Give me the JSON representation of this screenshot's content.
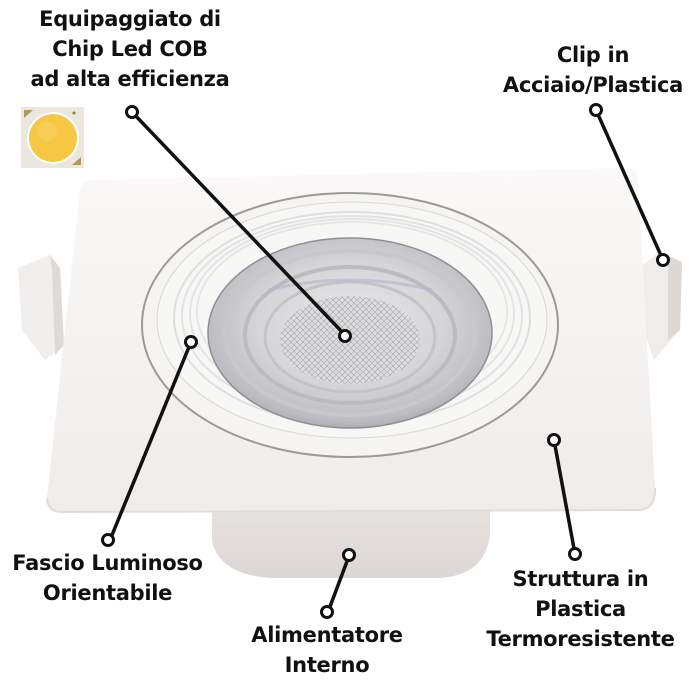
{
  "product": {
    "name": "Square adjustable LED recessed spotlight",
    "colors": {
      "background": "#ffffff",
      "body": "#f4f2f1",
      "body_shadow": "#e3dfdd",
      "lens": "#d9d9dc",
      "chip_phosphor": "#f7c744",
      "chip_substrate": "#ebe7df",
      "chip_pad": "#b09a5a",
      "callout_line": "#111111",
      "label_text": "#111111"
    }
  },
  "callouts": [
    {
      "id": "cob-chip",
      "lines": [
        "Equipaggiato di",
        "Chip Led COB",
        "ad alta efficienza"
      ]
    },
    {
      "id": "clip",
      "lines": [
        "Clip in",
        "Acciaio/Plastica"
      ]
    },
    {
      "id": "beam",
      "lines": [
        "Fascio Luminoso",
        "Orientabile"
      ]
    },
    {
      "id": "driver",
      "lines": [
        "Alimentatore",
        "Interno"
      ]
    },
    {
      "id": "structure",
      "lines": [
        "Struttura in",
        "Plastica",
        "Termoresistente"
      ]
    }
  ]
}
